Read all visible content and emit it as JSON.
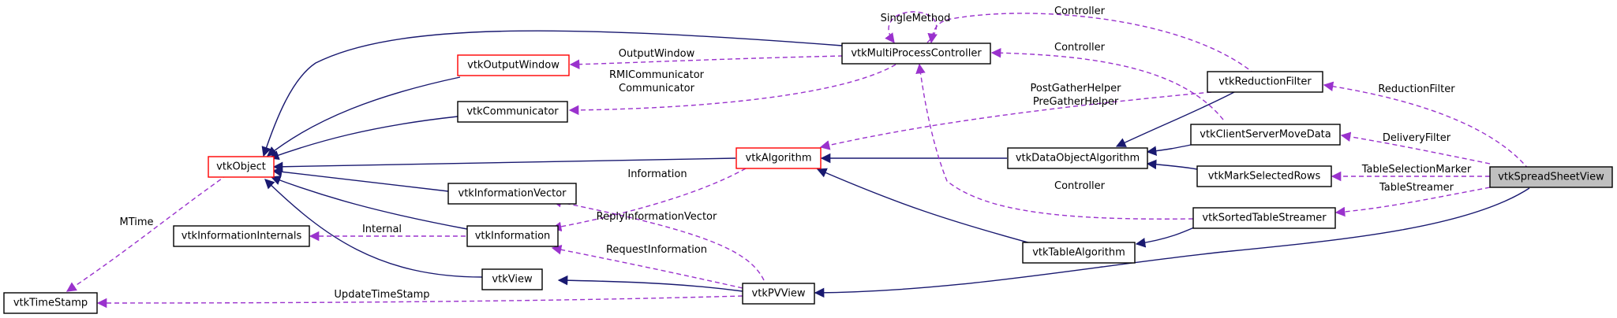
{
  "nodes": {
    "vtkSpreadSheetView": "vtkSpreadSheetView",
    "vtkPVView": "vtkPVView",
    "vtkView": "vtkView",
    "vtkObject": "vtkObject",
    "vtkTimeStamp": "vtkTimeStamp",
    "vtkOutputWindow": "vtkOutputWindow",
    "vtkCommunicator": "vtkCommunicator",
    "vtkMultiProcessController": "vtkMultiProcessController",
    "vtkAlgorithm": "vtkAlgorithm",
    "vtkInformationVector": "vtkInformationVector",
    "vtkInformation": "vtkInformation",
    "vtkInformationInternals": "vtkInformationInternals",
    "vtkDataObjectAlgorithm": "vtkDataObjectAlgorithm",
    "vtkReductionFilter": "vtkReductionFilter",
    "vtkClientServerMoveData": "vtkClientServerMoveData",
    "vtkMarkSelectedRows": "vtkMarkSelectedRows",
    "vtkSortedTableStreamer": "vtkSortedTableStreamer",
    "vtkTableAlgorithm": "vtkTableAlgorithm"
  },
  "edge_labels": {
    "single_method": "SingleMethod",
    "controller_1": "Controller",
    "output_window": "OutputWindow",
    "controller_2": "Controller",
    "rmi_communicator": "RMICommunicator",
    "communicator": "Communicator",
    "post_gather_helper": "PostGatherHelper",
    "pre_gather_helper": "PreGatherHelper",
    "reduction_filter": "ReductionFilter",
    "delivery_filter": "DeliveryFilter",
    "table_selection_marker": "TableSelectionMarker",
    "table_streamer": "TableStreamer",
    "information": "Information",
    "controller_3": "Controller",
    "mtime": "MTime",
    "reply_information_vector": "ReplyInformationVector",
    "internal": "Internal",
    "request_information": "RequestInformation",
    "update_time_stamp": "UpdateTimeStamp"
  },
  "colors": {
    "inheritance_edge": "#191970",
    "usage_edge": "#9a32cd",
    "undocumented_border": "#ff0000",
    "focus_fill": "#bfbfbf"
  }
}
